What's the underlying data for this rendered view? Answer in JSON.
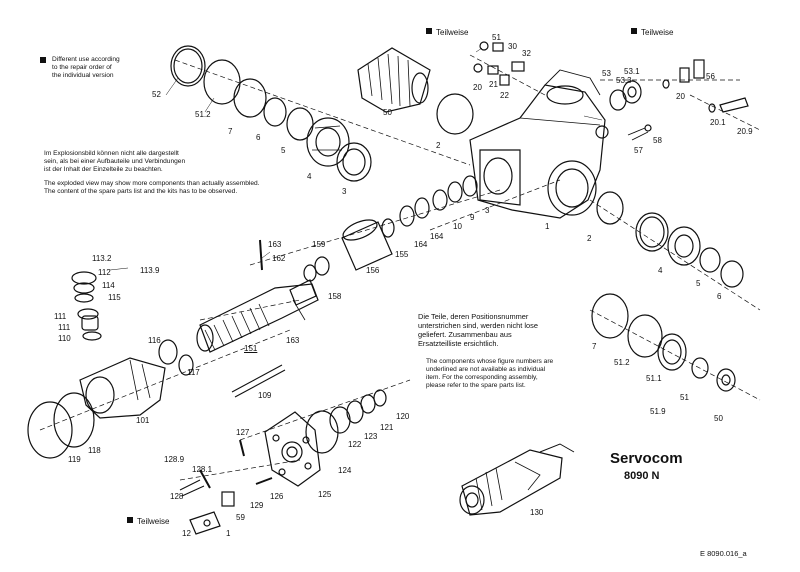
{
  "title": {
    "name": "Servocom",
    "model": "8090 N"
  },
  "doc_code": "E 8090.016_a",
  "notes": {
    "diff_de": "Different use according",
    "diff_en_1": "to the repair order of",
    "diff_en_2": "the individual version",
    "expl_de_1": "Im Explosionsbild können nicht alle dargestellt",
    "expl_de_2": "sein, als bei einer Aufbauteile und Verbindungen",
    "expl_de_3": "ist der Inhalt der Einzelteile zu beachten.",
    "expl_en_1": "The exploded view may show more components than actually assembled.",
    "expl_en_2": "The content of the spare parts list and the kits has to be observed.",
    "tab_de_1": "Die Teile, deren Positionsnummer",
    "tab_de_2": "unterstrichen sind, werden nicht lose",
    "tab_de_3": "geliefert. Zusammenbau aus",
    "tab_de_4": "Ersatzteilliste ersichtlich.",
    "tab_en_1": "The components whose figure numbers are",
    "tab_en_2": "underlined are not available as individual",
    "tab_en_3": "item. For the corresponding assembly,",
    "tab_en_4": "please refer to the spare parts list."
  },
  "marks": {
    "teilweise_1": "Teilweise",
    "teilweise_2": "Teilweise",
    "teilweise_3": "Teilweise"
  },
  "parts": {
    "p52": "52",
    "p51_2a": "51.2",
    "p7a": "7",
    "p6a": "6",
    "p5a": "5",
    "p4a": "4",
    "p3": "3",
    "p50a": "50",
    "p2a": "2",
    "p2b": "2",
    "p51": "51",
    "p30": "30",
    "p32": "32",
    "p20a": "20",
    "p21": "21",
    "p22": "22",
    "p53": "53",
    "p53_3": "53.3",
    "p53_1": "53.1",
    "p56": "56",
    "p20b": "20",
    "p20_1": "20.1",
    "p20_9": "20.9",
    "p57": "57",
    "p58": "58",
    "p1a": "1",
    "p3b": "3",
    "p9": "9",
    "p10": "10",
    "p164": "164",
    "p164b": "164",
    "p155": "155",
    "p156": "156",
    "p163a": "163",
    "p162": "162",
    "p159": "159",
    "p158": "158",
    "p163b": "163",
    "p151": "151",
    "p109": "109",
    "p113_2": "113.2",
    "p112": "112",
    "p114": "114",
    "p115": "115",
    "p113_9": "113.9",
    "p111": "111",
    "p111b": "111",
    "p110": "110",
    "p116": "116",
    "p117": "117",
    "p101": "101",
    "p118": "118",
    "p119": "119",
    "p4b": "4",
    "p5b": "5",
    "p6b": "6",
    "p7b": "7",
    "p51_2b": "51.2",
    "p51_1": "51.1",
    "p51b": "51",
    "p51_9": "51.9",
    "p50b": "50",
    "p120": "120",
    "p121": "121",
    "p123": "123",
    "p122": "122",
    "p124": "124",
    "p125": "125",
    "p127": "127",
    "p128_9": "128.9",
    "p128_1": "128.1",
    "p128": "128",
    "p126": "126",
    "p129": "129",
    "p59": "59",
    "p12": "12",
    "p1b": "1",
    "p130": "130"
  }
}
